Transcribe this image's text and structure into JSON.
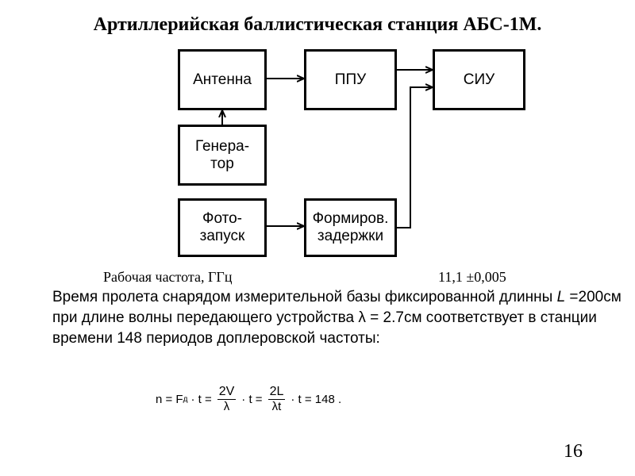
{
  "slide": {
    "title": "Артиллерийская баллистическая станция АБС-1М.",
    "page_number": "16"
  },
  "diagram": {
    "blocks": {
      "antenna": "Антенна",
      "ppu": "ППУ",
      "siu": "СИУ",
      "generator": "Генера-\nтор",
      "photo_launch": "Фото-\nзапуск",
      "delay_former": "Формиров.\nзадержки"
    }
  },
  "cut_text": {
    "label": "Рабочая частота, ГГц",
    "value": "11,1 ±0,005"
  },
  "paragraph": {
    "part1": "Время пролета снарядом измерительной базы фиксированной длинны ",
    "var_L": "L",
    "part2": " =200см при длине волны передающего устройства λ = 2.7см соответствует в станции времени 148 периодов доплеровской частоты:"
  },
  "formula": {
    "lhs": "n = F",
    "lhs_sub": "д",
    "t1": "· t =",
    "frac1_num": "2V",
    "frac1_den": "λ",
    "t2": "· t =",
    "frac2_num": "2L",
    "frac2_den": "λt",
    "rhs": "· t = 148 ."
  }
}
